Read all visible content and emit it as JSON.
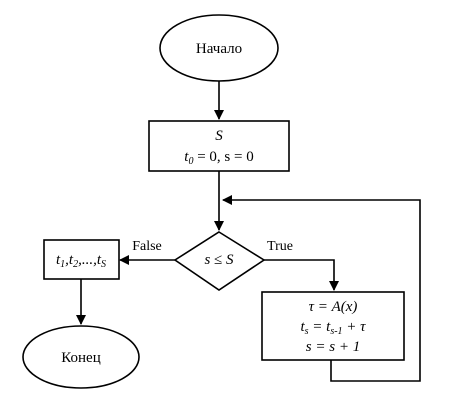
{
  "diagram": {
    "start": {
      "label": "Начало"
    },
    "init": {
      "line1": "S",
      "line2": {
        "t": "t",
        "sub": "0",
        "rest": " = 0, s = 0"
      }
    },
    "decision": {
      "label": "s ≤ S"
    },
    "branches": {
      "false_label": "False",
      "true_label": "True"
    },
    "output": {
      "parts": [
        {
          "t": "t",
          "sub": "1"
        },
        {
          "t": ",t",
          "sub": "2"
        },
        {
          "t": ",...,t",
          "sub": "S"
        }
      ]
    },
    "process": {
      "line1": "τ = A(x)",
      "line2": {
        "a": "t",
        "a_sub": "s",
        "mid": " = t",
        "mid_sub": "s-1",
        "rest": " + τ"
      },
      "line3": "s = s + 1"
    },
    "end": {
      "label": "Конец"
    }
  }
}
